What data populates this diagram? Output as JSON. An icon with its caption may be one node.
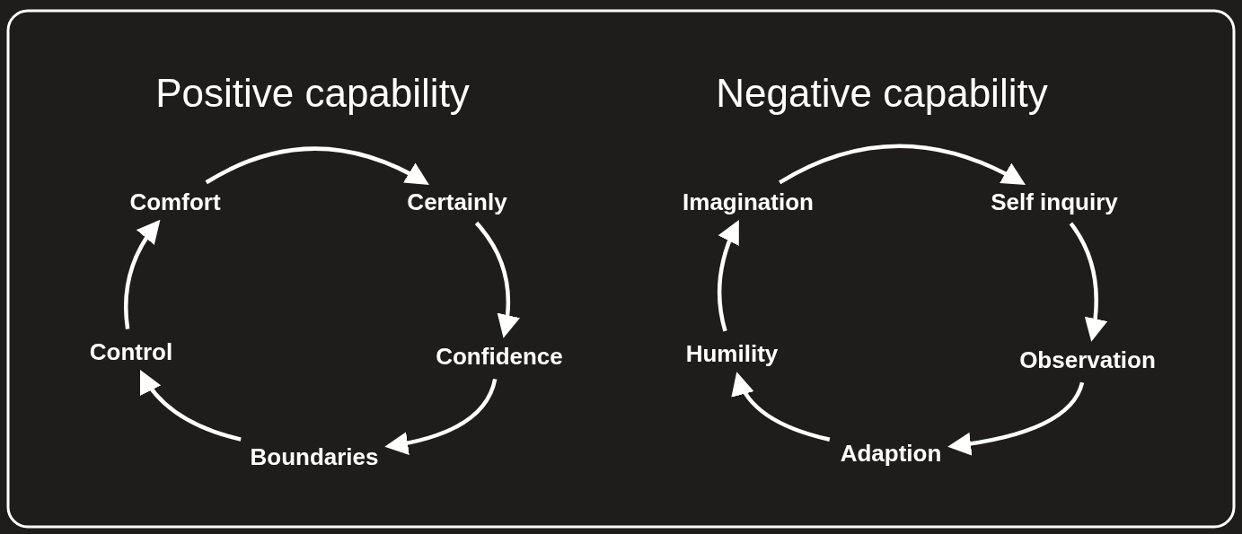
{
  "diagram": {
    "nodes": [
      {
        "text": [
          "Comfort"
        ]
      },
      {
        "text": [
          "Certainly"
        ]
      },
      {
        "text": [
          "Confidence"
        ]
      },
      {
        "text": [
          "Boundaries"
        ]
      },
      {
        "text": [
          "Control"
        ]
      },
      {
        "text": [
          "Imagination"
        ]
      },
      {
        "text": [
          "Self inquiry"
        ]
      },
      {
        "text": [
          "Observation"
        ]
      },
      {
        "text": [
          "Adaption"
        ]
      },
      {
        "text": [
          "Humility"
        ]
      }
    ],
    "edges": [
      {
        "from": 0,
        "to": 1,
        "arrow": "to"
      },
      {
        "from": 1,
        "to": 2,
        "arrow": "to"
      },
      {
        "from": 2,
        "to": 3,
        "arrow": "to"
      },
      {
        "from": 3,
        "to": 4,
        "arrow": "to"
      },
      {
        "from": 4,
        "to": 0,
        "arrow": "to"
      },
      {
        "from": 5,
        "to": 6,
        "arrow": "to"
      },
      {
        "from": 6,
        "to": 7,
        "arrow": "to"
      },
      {
        "from": 7,
        "to": 8,
        "arrow": "to"
      },
      {
        "from": 8,
        "to": 9,
        "arrow": "to"
      },
      {
        "from": 9,
        "to": 5,
        "arrow": "to"
      }
    ],
    "labels": [
      "Positive capability",
      "Negative capability"
    ]
  }
}
